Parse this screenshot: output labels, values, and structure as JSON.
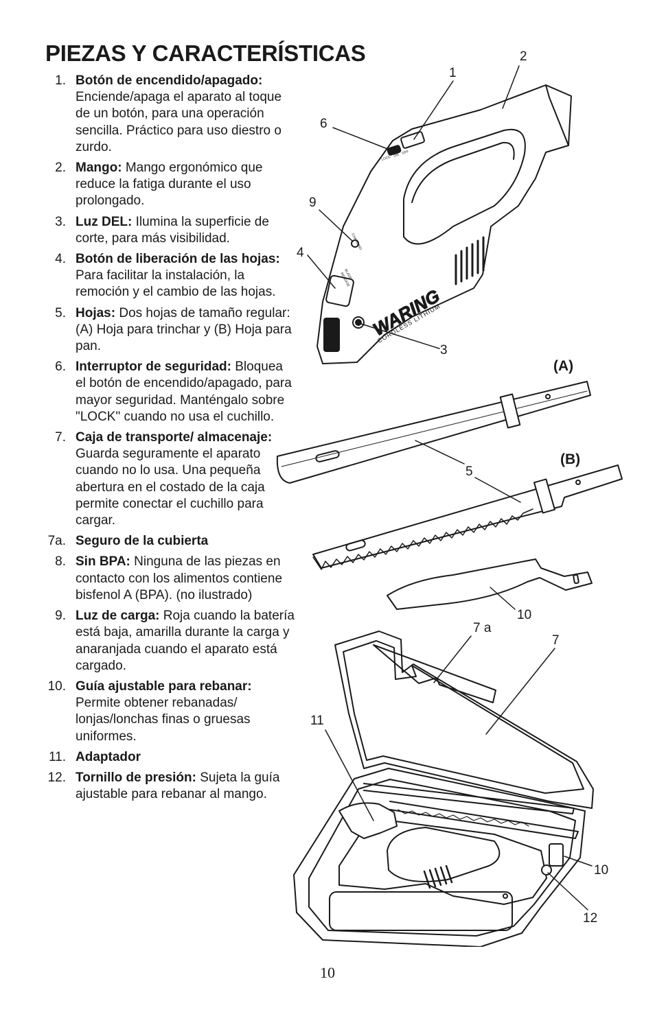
{
  "title": "PIEZAS Y CARACTERÍSTICAS",
  "items": [
    {
      "num": "1.",
      "term": "Botón de encendido/apagado:",
      "desc": "Enciende/apaga el aparato al toque de un botón, para una operación sencilla. Práctico para uso diestro o zurdo."
    },
    {
      "num": "2.",
      "term": "Mango:",
      "desc": "Mango ergonómico que reduce la fatiga durante el uso prolongado."
    },
    {
      "num": "3.",
      "term": "Luz DEL:",
      "desc": "Ilumina la superficie de corte, para más visibilidad."
    },
    {
      "num": "4.",
      "term": "Botón de liberación de las hojas:",
      "desc": "Para facilitar la instalación, la remoción y el cambio de las hojas."
    },
    {
      "num": "5.",
      "term": "Hojas:",
      "desc": "Dos hojas de tamaño regular: (A) Hoja para trinchar y (B) Hoja para pan."
    },
    {
      "num": "6.",
      "term": "Interruptor de seguridad:",
      "desc": "Bloquea el botón de encendido/apagado, para mayor seguridad. Manténgalo sobre \"LOCK\" cuando no usa el cuchillo."
    },
    {
      "num": "7.",
      "term": "Caja de transporte/ almacenaje:",
      "desc": "Guarda seguramente el aparato cuando no lo usa. Una pequeña abertura en el costado de la caja permite conectar el cuchillo para cargar."
    },
    {
      "num": "7a.",
      "term": "Seguro de la cubierta",
      "desc": ""
    },
    {
      "num": "8.",
      "term": "Sin BPA:",
      "desc": "Ninguna de las piezas en contacto con los alimentos contiene bisfenol A (BPA). (no ilustrado)"
    },
    {
      "num": "9.",
      "term": "Luz de carga:",
      "desc": "Roja cuando la batería está baja, amarilla durante la carga y anaranjada cuando el aparato está cargado."
    },
    {
      "num": "10.",
      "term": "Guía ajustable para rebanar:",
      "desc": "Permite obtener rebanadas/ lonjas/lonchas finas o gruesas uniformes."
    },
    {
      "num": "11.",
      "term": "Adaptador",
      "desc": ""
    },
    {
      "num": "12.",
      "term": "Tornillo de presión:",
      "desc": "Sujeta la guía ajustable para rebanar al mango."
    }
  ],
  "diagram": {
    "callouts": {
      "c1": "1",
      "c2": "2",
      "c3": "3",
      "c4": "4",
      "c5": "5",
      "c6": "6",
      "c7": "7",
      "c7a": "7 a",
      "c9": "9",
      "c10a": "10",
      "c10b": "10",
      "c11": "11",
      "c12": "12"
    },
    "blade_a": "(A)",
    "blade_b": "(B)",
    "brand": "WARING",
    "brand_sub": "CORDLESS LITHIUM",
    "lbl_charging": "CHARGING",
    "lbl_blade": "BLADE",
    "lbl_release": "RELEASE",
    "lbl_lock": "LOCK",
    "lbl_on": "ON",
    "lbl_off": "OFF"
  },
  "page_number": "10"
}
